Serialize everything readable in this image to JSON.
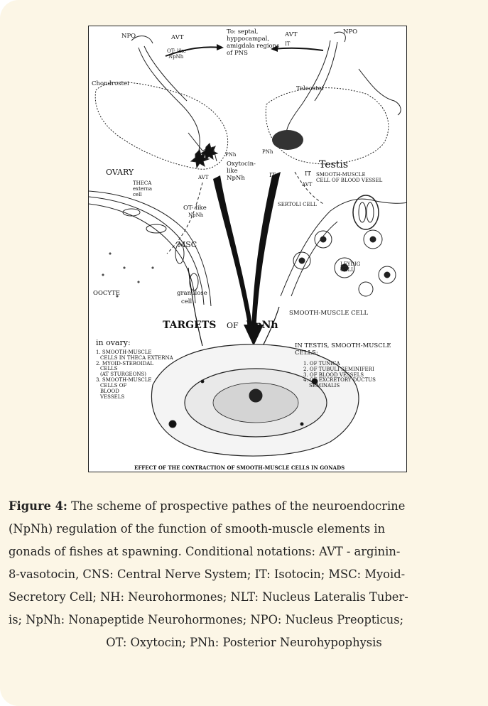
{
  "figure": {
    "labels": {
      "npo_left": "NPO",
      "avt_left": "AVT",
      "ot_like_left": "OT- like",
      "npnh_left": "NpNh",
      "to_regions": [
        "To: septal,",
        "hyppocampal,",
        "amigdala regions",
        "of PNS"
      ],
      "avt_right": "AVT",
      "it_top": "IT",
      "npo_right": "NPO",
      "chondrostei": "Chondrostei",
      "teleostei": "Teleostei",
      "pnh_left": "PNh",
      "pnh_right": "PNh",
      "oxytocin_like": [
        "Oxytocin-",
        "like",
        "NpNh"
      ],
      "it_mid": "IT",
      "it_right": "IT",
      "avt_mid_left": "AVT",
      "avt_mid_right": "AVT",
      "ovary": "OVARY",
      "theca": [
        "THECA",
        "externa",
        "cell"
      ],
      "testis": "Testis",
      "smooth_muscle_vessel": [
        "SMOOTH-MUSCLE",
        "CELL OF BLOOD VESSEL"
      ],
      "sertoli": "SERTOLI CELL",
      "leydig": [
        "LEYDIG",
        "CELL"
      ],
      "ot_like_mid": [
        "OT- like",
        "NpNh"
      ],
      "msc": "MSC",
      "oocyte": "OOCYTE",
      "granulose": [
        "granulose",
        "cell"
      ],
      "smooth_muscle_cell": "SMOOTH-MUSCLE CELL",
      "targets": "TARGETS",
      "of": "OF",
      "npnh_targets": "NpNh",
      "in_ovary": "in ovary:",
      "ovary_list": [
        "1. SMOOTH-MUSCLE",
        "CELLS IN THECA EXTERNA",
        "2. MYOID-STEROIDAL",
        "CELLS",
        "(AT STURGEONS)",
        "3. SMOOTH-MUSCLE",
        "CELLS OF",
        "BLOOD",
        "VESSELS"
      ],
      "in_testis": [
        "IN TESTIS, SMOOTH-MUSCLE",
        "CELLS:"
      ],
      "testis_list": [
        "1. OF TUNICA",
        "2. OF TUBULI SEMINIFERI",
        "3. OF BLOOD VESSELS",
        "4. OF EXCRETORY DUCTUS",
        "SEMINALIS"
      ],
      "bottom_title": "EFFECT OF THE CONTRACTION OF SMOOTH-MUSCLE CELLS IN GONADS"
    }
  },
  "caption": {
    "label": "Figure 4:",
    "lines": [
      " The scheme of prospective pathes of the neuroendocrine",
      "(NpNh) regulation of the function of smooth-muscle elements in",
      "gonads of fishes at spawning. Conditional notations: AVT - arginin-",
      "8-vasotocin, CNS: Central Nerve System; IT: Isotocin; MSC: Myoid-",
      "Secretory Cell; NH: Neurohormones; NLT: Nucleus Lateralis Tuber-",
      "is; NpNh: Nonapeptide Neurohormones; NPO: Nucleus Preopticus;",
      "OT: Oxytocin; PNh: Posterior Neurohypophysis"
    ]
  },
  "colors": {
    "panel_bg": "#fcf6e6",
    "ink": "#111111"
  }
}
